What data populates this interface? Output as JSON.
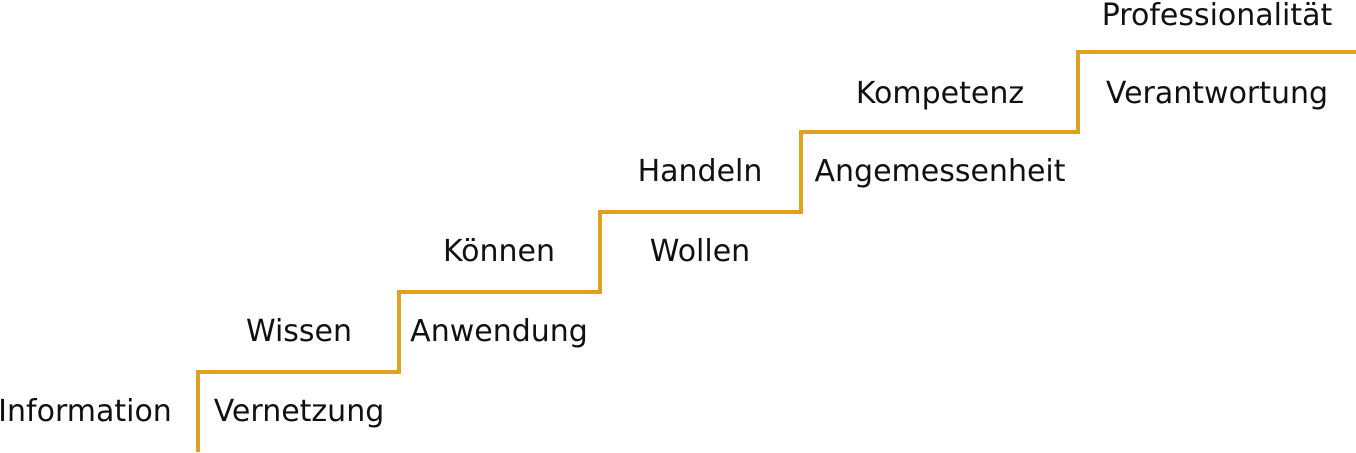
{
  "line_color": "#E0A020",
  "steps": [
    {
      "above": "Information",
      "below": ""
    },
    {
      "above": "Wissen",
      "below": "Vernetzung"
    },
    {
      "above": "Können",
      "below": "Anwendung"
    },
    {
      "above": "Handeln",
      "below": "Wollen"
    },
    {
      "above": "Kompetenz",
      "below": "Angemessenheit"
    },
    {
      "above": "Professionalität",
      "below": "Verantwortung"
    }
  ]
}
